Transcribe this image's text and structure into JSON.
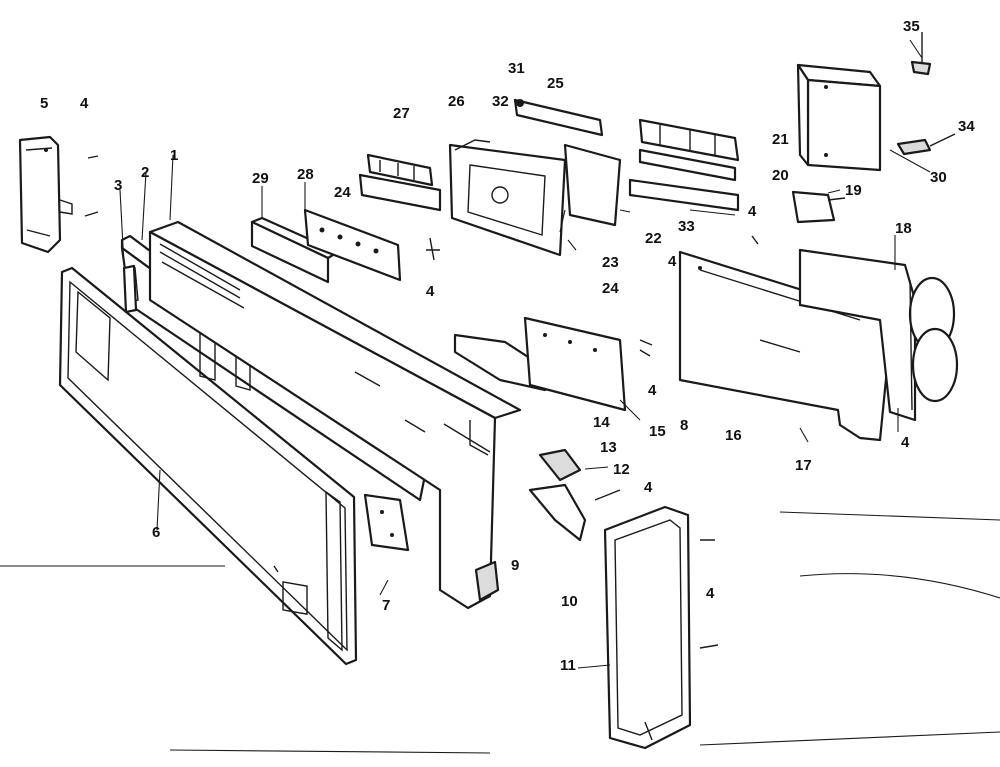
{
  "diagram": {
    "callouts": {
      "c1": "1",
      "c2": "2",
      "c3": "3",
      "c4a": "4",
      "c4b": "4",
      "c4c": "4",
      "c4d": "4",
      "c4e": "4",
      "c4f": "4",
      "c4g": "4",
      "c4h": "4",
      "c5": "5",
      "c6": "6",
      "c7": "7",
      "c8": "8",
      "c9": "9",
      "c10": "10",
      "c11": "11",
      "c12": "12",
      "c13": "13",
      "c14": "14",
      "c15": "15",
      "c16": "16",
      "c17": "17",
      "c18": "18",
      "c19": "19",
      "c20": "20",
      "c21": "21",
      "c22": "22",
      "c23": "23",
      "c24a": "24",
      "c24b": "24",
      "c25": "25",
      "c26": "26",
      "c27": "27",
      "c28": "28",
      "c29": "29",
      "c30": "30",
      "c31": "31",
      "c32": "32",
      "c33": "33",
      "c34": "34",
      "c35": "35"
    }
  }
}
